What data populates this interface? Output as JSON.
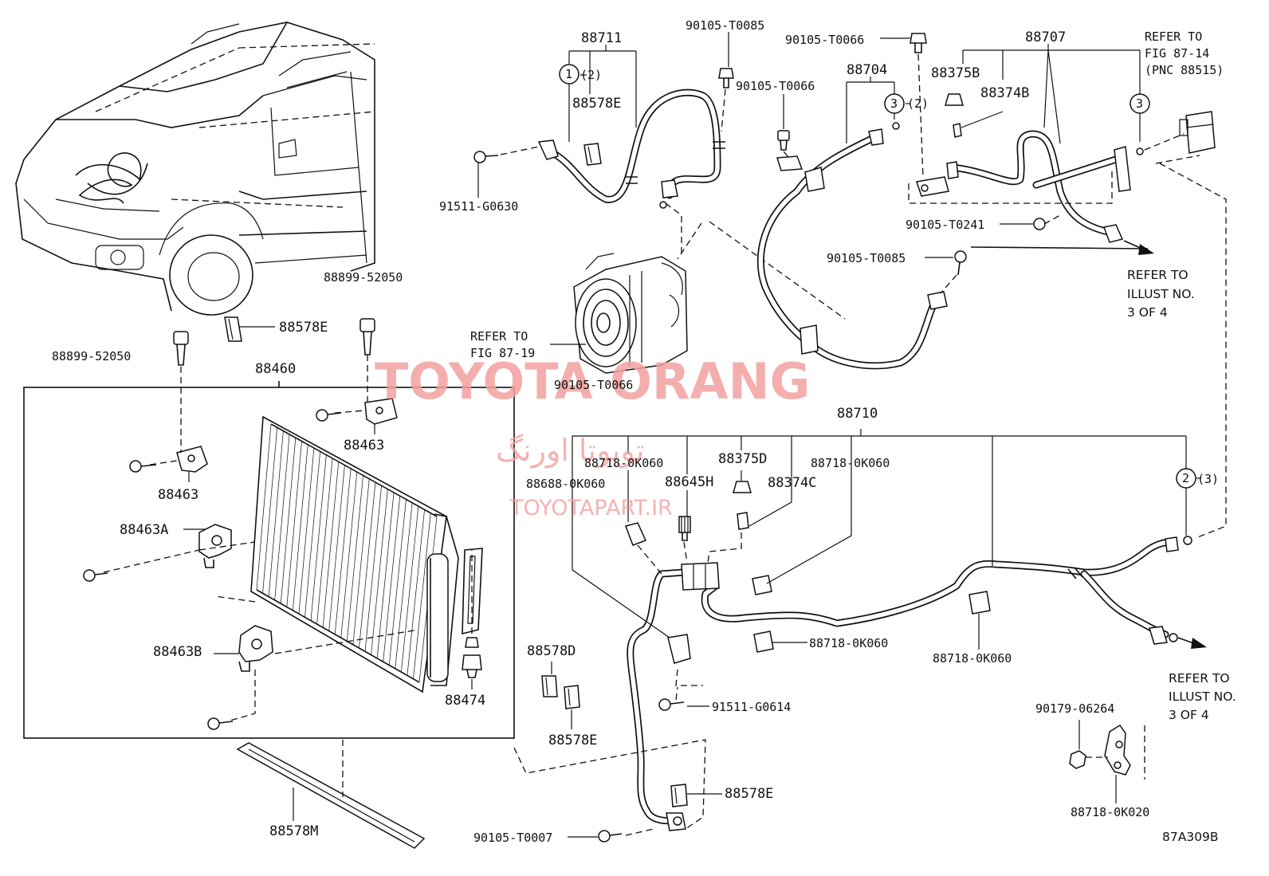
{
  "labels": {
    "p88711": "88711",
    "p90105_T0085_top": "90105-T0085",
    "p90105_T0066_top": "90105-T0066",
    "p88707": "88707",
    "refer_fig_87_14_l1": "REFER TO",
    "refer_fig_87_14_l2": "FIG 87-14",
    "refer_fig_87_14_l3": "(PNC 88515)",
    "p88704": "88704",
    "p88375B": "88375B",
    "p88374B": "88374B",
    "p90105_T0066_mid": "90105-T0066",
    "p88578E_top": "88578E",
    "p91511_G0630": "91511-G0630",
    "p90105_T0241": "90105-T0241",
    "p90105_T0085_mid": "90105-T0085",
    "refer_illust_top_l1": "REFER TO",
    "refer_illust_top_l2": "ILLUST NO.",
    "refer_illust_top_l3": "3 OF 4",
    "p88899_52050_right": "88899-52050",
    "p88578E_left": "88578E",
    "p88899_52050_left": "88899-52050",
    "p88460": "88460",
    "refer_fig_87_19_l1": "REFER TO",
    "refer_fig_87_19_l2": "FIG 87-19",
    "p90105_T0066_bottom": "90105-T0066",
    "p88463_top": "88463",
    "p88463_left": "88463",
    "p88463A": "88463A",
    "p88463B": "88463B",
    "p88474": "88474",
    "p88710": "88710",
    "p88718_0K060_a": "88718-0K060",
    "p88688_0K060": "88688-0K060",
    "p88375D": "88375D",
    "p88645H": "88645H",
    "p88374C": "88374C",
    "p88718_0K060_b": "88718-0K060",
    "p88718_0K060_c": "88718-0K060",
    "p88718_0K060_d": "88718-0K060",
    "p88578D": "88578D",
    "p88578E_mid": "88578E",
    "p91511_G0614": "91511-G0614",
    "p88578E_bottom": "88578E",
    "p88578M": "88578M",
    "p90105_T0007": "90105-T0007",
    "p90179_06264": "90179-06264",
    "p88718_0K020": "88718-0K020",
    "refer_illust_bottom_l1": "REFER TO",
    "refer_illust_bottom_l2": "ILLUST NO.",
    "refer_illust_bottom_l3": "3 OF 4",
    "figure_code": "87A309B"
  },
  "callouts": {
    "c1_num": "1",
    "c1_qty": "(2)",
    "c3a_num": "3",
    "c3a_qty": "(2)",
    "c3b_num": "3",
    "c2_num": "2",
    "c2_qty": "(3)"
  },
  "watermark": {
    "brand": "TOYOTA ORANG",
    "brand_persian": "تویوتا اورنگ",
    "site": "TOYOTAPART.IR"
  },
  "colors": {
    "line": "#111111",
    "background": "#ffffff",
    "watermark": "#f2a0a0"
  }
}
